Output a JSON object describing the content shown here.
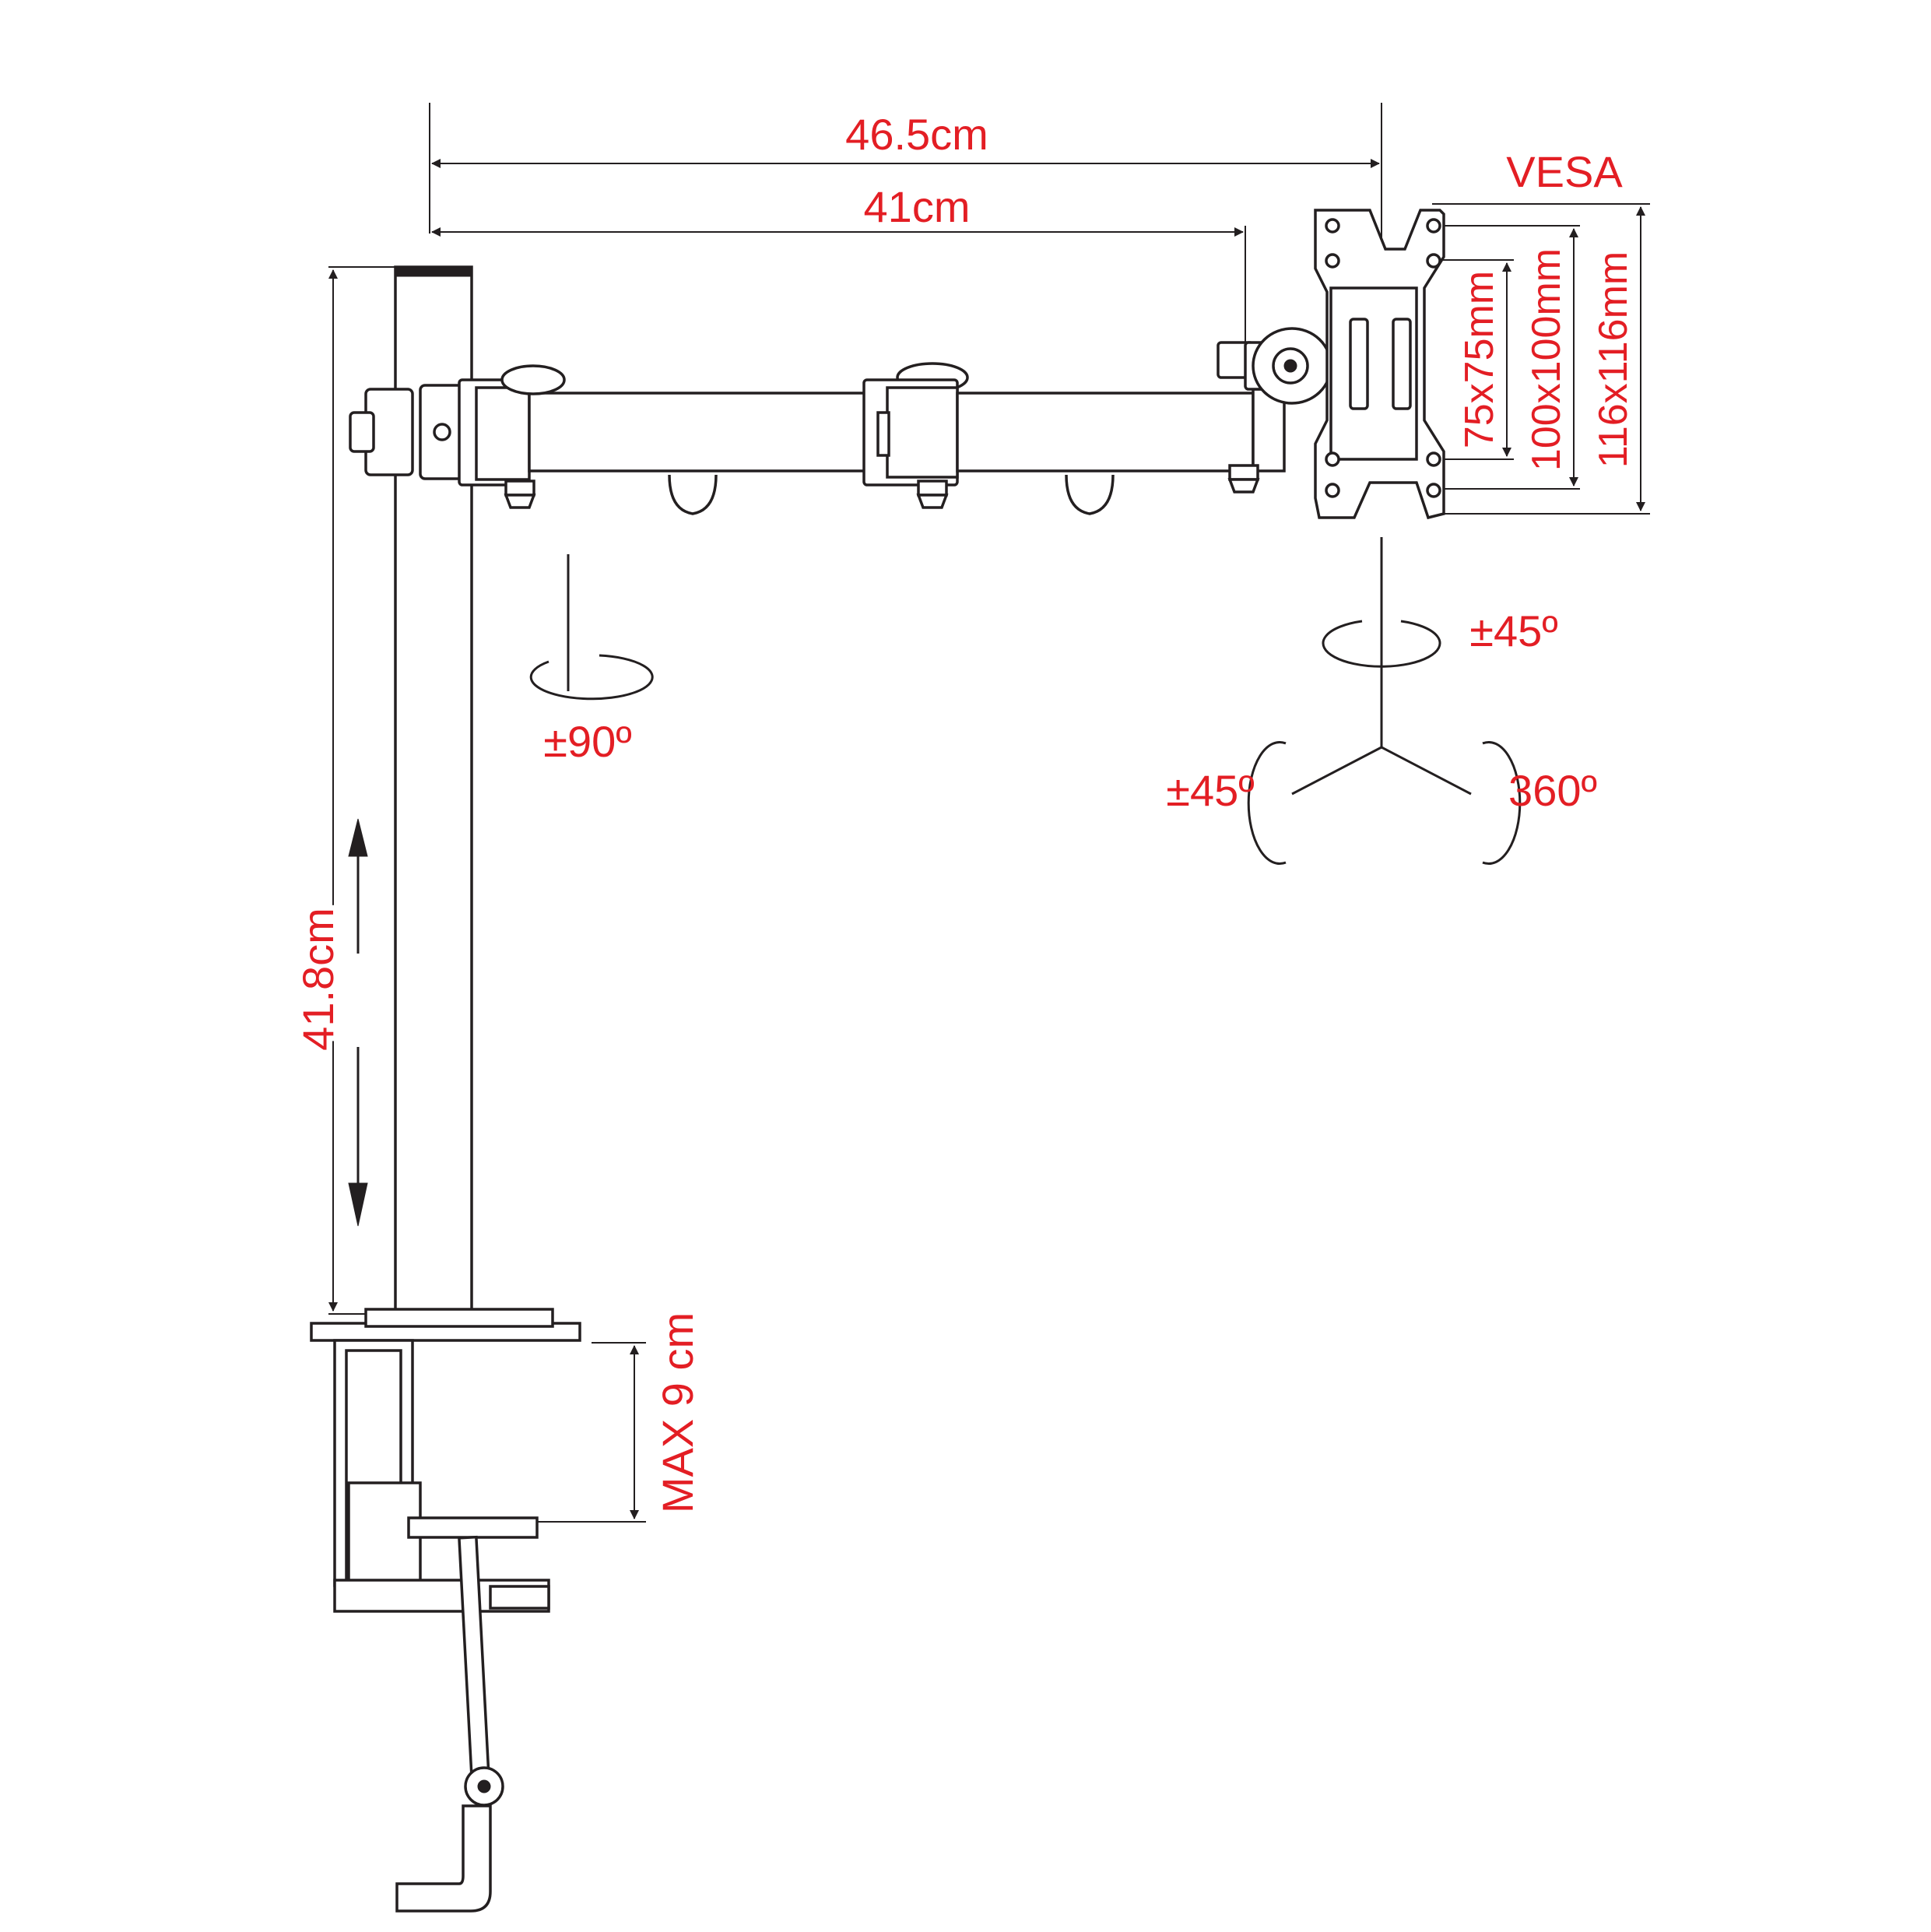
{
  "dimensions": {
    "total_reach": "46.5cm",
    "arm_length": "41cm",
    "pole_height": "41.8cm",
    "clamp_max": "MAX 9 cm"
  },
  "vesa": {
    "title": "VESA",
    "small": "75x75mm",
    "medium": "100x100mm",
    "large": "116x116mm"
  },
  "rotation": {
    "arm_swivel": "±90º",
    "head_swivel": "±45º",
    "head_tilt": "±45º",
    "head_rotate": "360º"
  },
  "colors": {
    "label": "#e31e24",
    "line": "#231f20"
  }
}
